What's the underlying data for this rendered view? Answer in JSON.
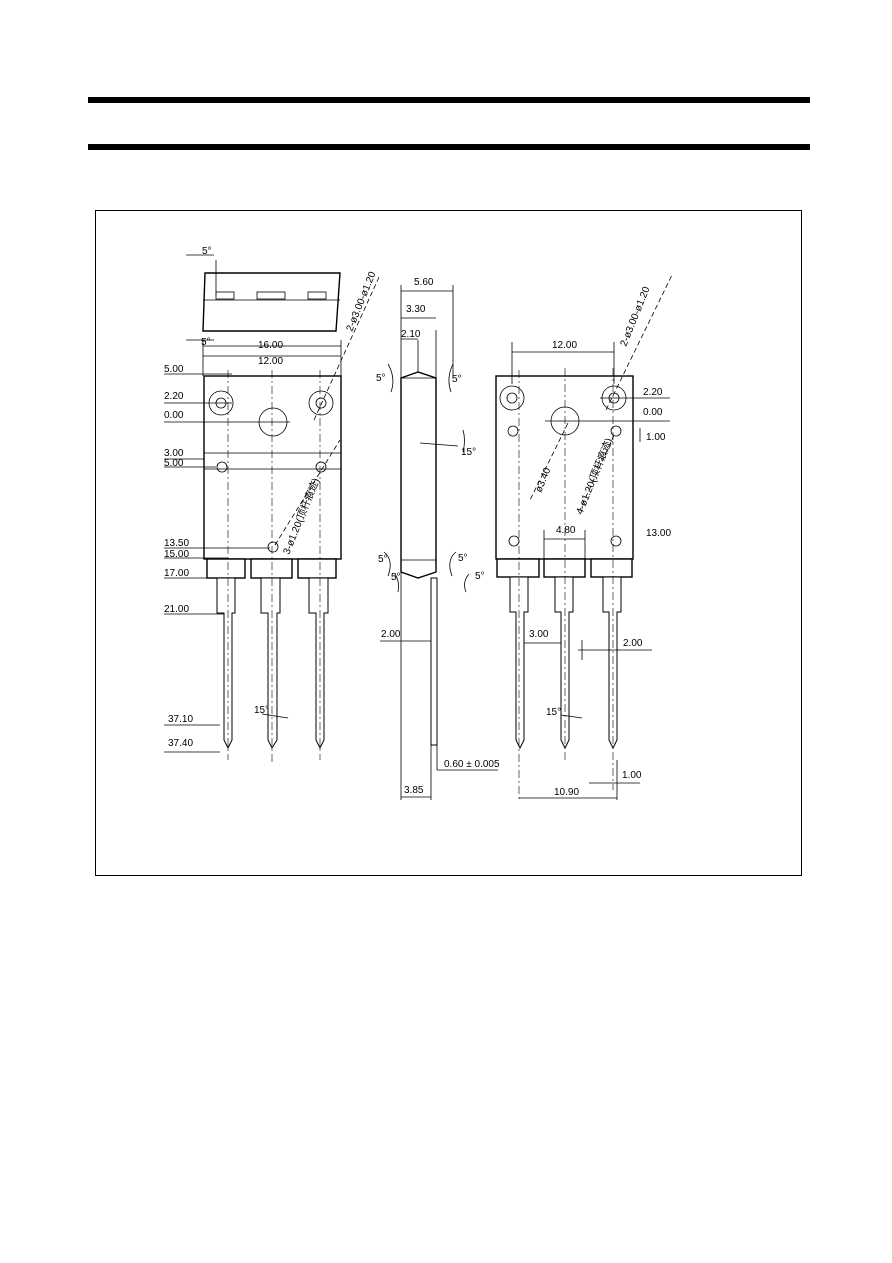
{
  "labels": {
    "front": {
      "angle_top": "5°",
      "angle_bottom": "5°",
      "w16": "16.00",
      "w12": "12.00",
      "h5": "5.00",
      "h2_2": "2.20",
      "h0": "0.00",
      "h3": "3.00",
      "h5b": "5.00",
      "h13_5": "13.50",
      "h15": "15.00",
      "h17": "17.00",
      "h21": "21.00",
      "h37_1": "37.10",
      "h37_4": "37.40",
      "lead_angle": "15°",
      "hole_note": "2-ø3.00-ø1.20",
      "pin_note": "3-ø1.20(顶杆痕迹)"
    },
    "side": {
      "w5_6": "5.60",
      "w3_3": "3.30",
      "w2_1": "2.10",
      "a_tl": "5°",
      "a_tr": "5°",
      "a_mid": "15°",
      "a_bl": "5°",
      "a_br": "5°",
      "a_bl2": "5°",
      "a_br2": "5°",
      "lead_w": "2.00",
      "lead_t": "0.60 ± 0.005",
      "w3_85": "3.85"
    },
    "back": {
      "w12": "12.00",
      "hole_note": "2-ø3.00-ø1.20",
      "h2_2": "2.20",
      "h0": "0.00",
      "h1": "1.00",
      "dia": "ø3.40",
      "pin_note": "4-ø1.20(顶杆痕迹)",
      "w4_8": "4.80",
      "h13": "13.00",
      "w3": "3.00",
      "w2": "2.00",
      "lead_angle": "15°",
      "w1": "1.00",
      "w10_9": "10.90"
    }
  }
}
